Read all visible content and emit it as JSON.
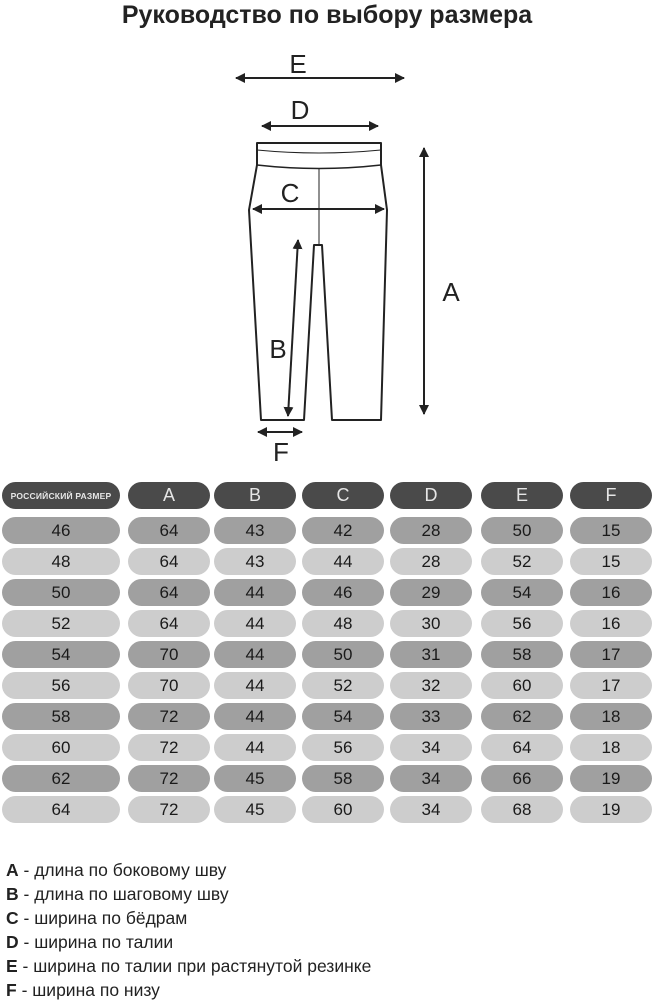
{
  "title": "Руководство по выбору размера",
  "diagram": {
    "labels": {
      "a": "A",
      "b": "B",
      "c": "C",
      "d": "D",
      "e": "E",
      "f": "F"
    }
  },
  "table": {
    "headers": [
      "РОССИЙСКИЙ РАЗМЕР",
      "A",
      "B",
      "C",
      "D",
      "E",
      "F"
    ],
    "rows": [
      [
        "46",
        "64",
        "43",
        "42",
        "28",
        "50",
        "15"
      ],
      [
        "48",
        "64",
        "43",
        "44",
        "28",
        "52",
        "15"
      ],
      [
        "50",
        "64",
        "44",
        "46",
        "29",
        "54",
        "16"
      ],
      [
        "52",
        "64",
        "44",
        "48",
        "30",
        "56",
        "16"
      ],
      [
        "54",
        "70",
        "44",
        "50",
        "31",
        "58",
        "17"
      ],
      [
        "56",
        "70",
        "44",
        "52",
        "32",
        "60",
        "17"
      ],
      [
        "58",
        "72",
        "44",
        "54",
        "33",
        "62",
        "18"
      ],
      [
        "60",
        "72",
        "44",
        "56",
        "34",
        "64",
        "18"
      ],
      [
        "62",
        "72",
        "45",
        "58",
        "34",
        "66",
        "19"
      ],
      [
        "64",
        "72",
        "45",
        "60",
        "34",
        "68",
        "19"
      ]
    ]
  },
  "legend": [
    {
      "key": "A",
      "text": " - длина по боковому шву"
    },
    {
      "key": "B",
      "text": " - длина по шаговому шву"
    },
    {
      "key": "C",
      "text": " - ширина по бёдрам"
    },
    {
      "key": "D",
      "text": " - ширина по талии"
    },
    {
      "key": "E",
      "text": " - ширина по талии при растянутой резинке"
    },
    {
      "key": "F",
      "text": " - ширина по низу"
    }
  ],
  "colors": {
    "header": "#4a4a4a",
    "row_dark": "#a0a0a0",
    "row_light": "#cdcdcd"
  }
}
